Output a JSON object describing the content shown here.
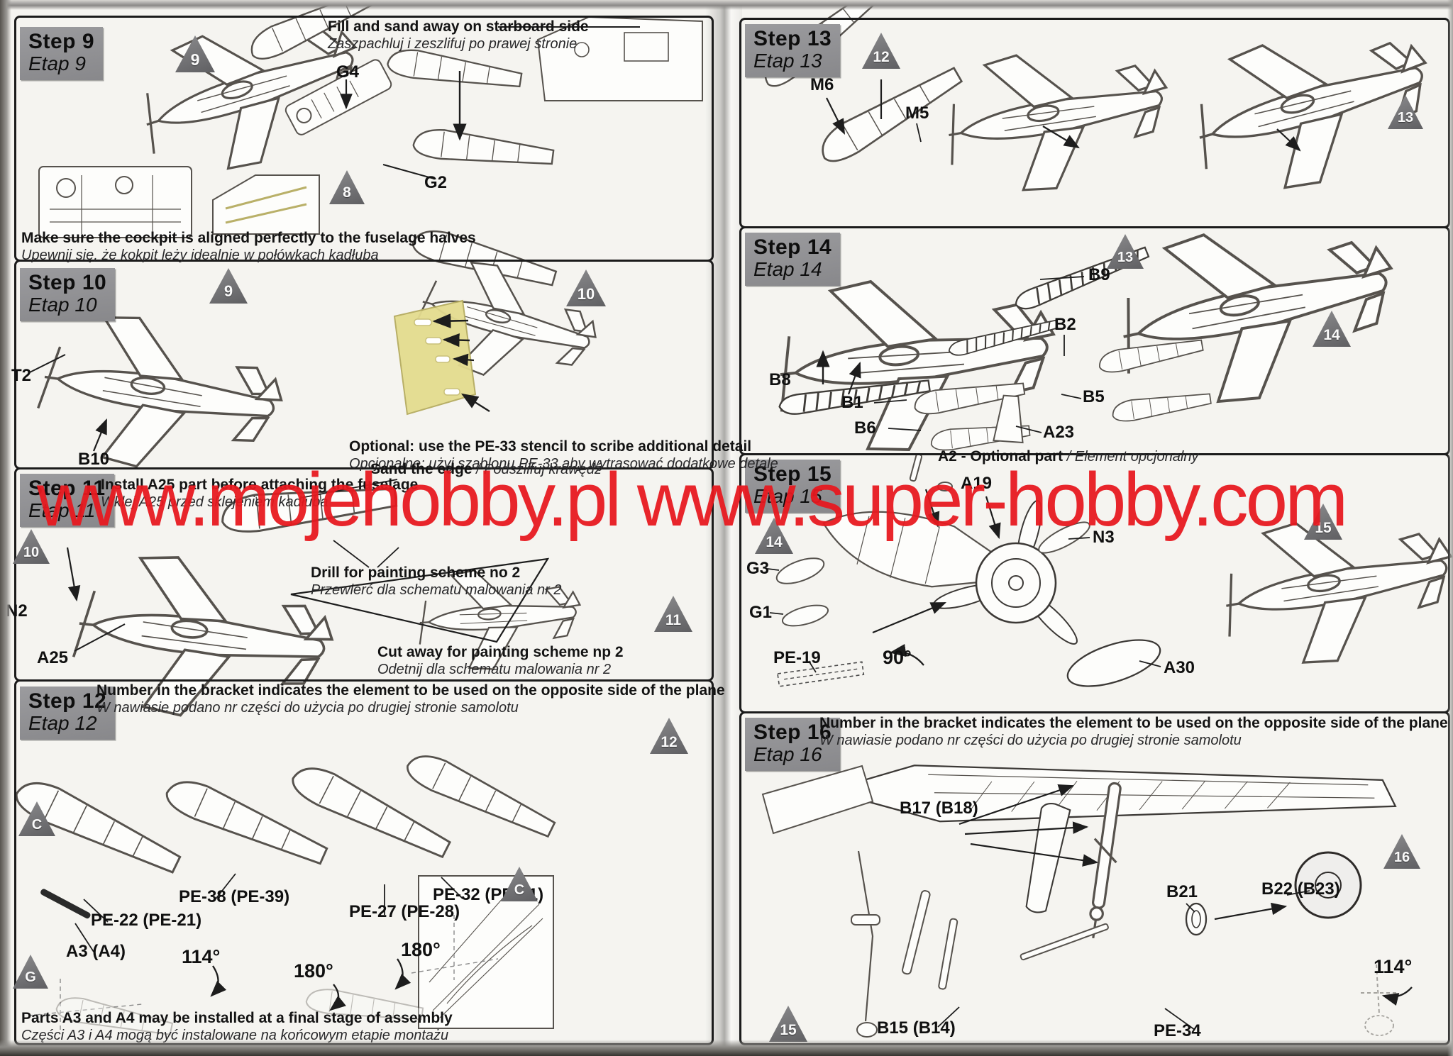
{
  "watermark": {
    "text": "www.mojehobby.pl www.super-hobby.com",
    "color": "#e8191f"
  },
  "colors": {
    "header_grey": "#919194",
    "triangle_grey": "#6f6f71",
    "stencil_yellow": "#e4dc8f",
    "paper": "#f5f4f0"
  },
  "left_page": {
    "step9": {
      "title": "Step 9",
      "subtitle": "Etap 9",
      "triangles": {
        "t9": "9",
        "t8": "8"
      },
      "top_note": {
        "en": "Fill and sand away on starboard side",
        "pl": "Zaszpachluj i zeszlifuj po prawej stronie"
      },
      "bottom_note": {
        "en": "Make sure the cockpit is aligned perfectly to the fuselage halves",
        "pl": "Upewnij się, że kokpit leży idealnie w połówkach kadłuba"
      },
      "labels": {
        "g4": "G4",
        "g2": "G2"
      }
    },
    "step10": {
      "title": "Step 10",
      "subtitle": "Etap 10",
      "triangles": {
        "t9": "9",
        "t10": "10"
      },
      "labels": {
        "t2": "T2",
        "b10": "B10"
      },
      "note": {
        "en": "Optional: use the PE-33 stencil to scribe additional detail",
        "pl": "Opcjonalne: użyj szablonu PE-33 aby wytrasować dodatkowe detale"
      }
    },
    "step11": {
      "title": "Step 11",
      "subtitle": "Etap 11",
      "triangles": {
        "t10": "10",
        "t11": "11"
      },
      "top_note": {
        "en": "Install A25 part before attaching the fuselage",
        "pl": "Wklej A25 przed sklejeniem kadłuba"
      },
      "sand_note": {
        "en": "Sand the edge",
        "pl": " / Podszlifuj krawędź"
      },
      "drill_note": {
        "en": "Drill for painting scheme no 2",
        "pl": "Przewierć dla schematu malowania nr 2"
      },
      "cut_note": {
        "en": "Cut away for painting scheme np 2",
        "pl": "Odetnij dla schematu malowania nr 2"
      },
      "labels": {
        "n2": "N2",
        "a25": "A25"
      }
    },
    "step12": {
      "title": "Step 12",
      "subtitle": "Etap 12",
      "triangles": {
        "t12": "12",
        "tc1": "C",
        "tc2": "C",
        "tg": "G"
      },
      "top_note": {
        "en": "Number in the bracket indicates the element to be used on the opposite side of the plane",
        "pl": "W nawiasie podano nr części do użycia po drugiej stronie samolotu"
      },
      "bottom_note": {
        "en": "Parts A3 and A4 may be installed at a final stage of assembly",
        "pl": "Części A3 i A4 mogą być instalowane na końcowym etapie montażu"
      },
      "labels": {
        "pe22": "PE-22 (PE-21)",
        "a3": "A3 (A4)",
        "pe38": "PE-38 (PE-39)",
        "pe27": "PE-27 (PE-28)",
        "pe32": "PE-32 (PE-31)"
      },
      "angles": {
        "a114": "114°",
        "a180a": "180°",
        "a180b": "180°"
      }
    }
  },
  "right_page": {
    "step13": {
      "title": "Step 13",
      "subtitle": "Etap 13",
      "triangles": {
        "t12": "12",
        "t13": "13"
      },
      "labels": {
        "m6": "M6",
        "m5": "M5"
      }
    },
    "step14": {
      "title": "Step 14",
      "subtitle": "Etap 14",
      "triangles": {
        "t13": "13",
        "t14": "14"
      },
      "labels": {
        "b9": "B9",
        "b2": "B2",
        "b8": "B8",
        "b1": "B1",
        "b6": "B6",
        "b5": "B5",
        "a23": "A23"
      }
    },
    "step15": {
      "title": "Step 15",
      "subtitle": "Etap 15",
      "triangles": {
        "t14": "14",
        "t15": "15"
      },
      "optional_note": {
        "en": "A2 - Optional part",
        "pl": " / Element opcjonalny"
      },
      "labels": {
        "a19": "A19",
        "n3": "N3",
        "g3": "G3",
        "g1": "G1",
        "pe19": "PE-19",
        "a30": "A30"
      },
      "angles": {
        "a90": "90°"
      }
    },
    "step16": {
      "title": "Step 16",
      "subtitle": "Etap 16",
      "triangles": {
        "t15": "15",
        "t16": "16"
      },
      "top_note": {
        "en": "Number in the bracket indicates the element to be used on the opposite side of the plane",
        "pl": "W nawiasie podano nr części do użycia po drugiej stronie samolotu"
      },
      "labels": {
        "b17": "B17 (B18)",
        "b21": "B21",
        "b22": "B22 (B23)",
        "b15": "B15 (B14)",
        "pe34": "PE-34"
      },
      "angles": {
        "a114": "114°"
      }
    }
  }
}
